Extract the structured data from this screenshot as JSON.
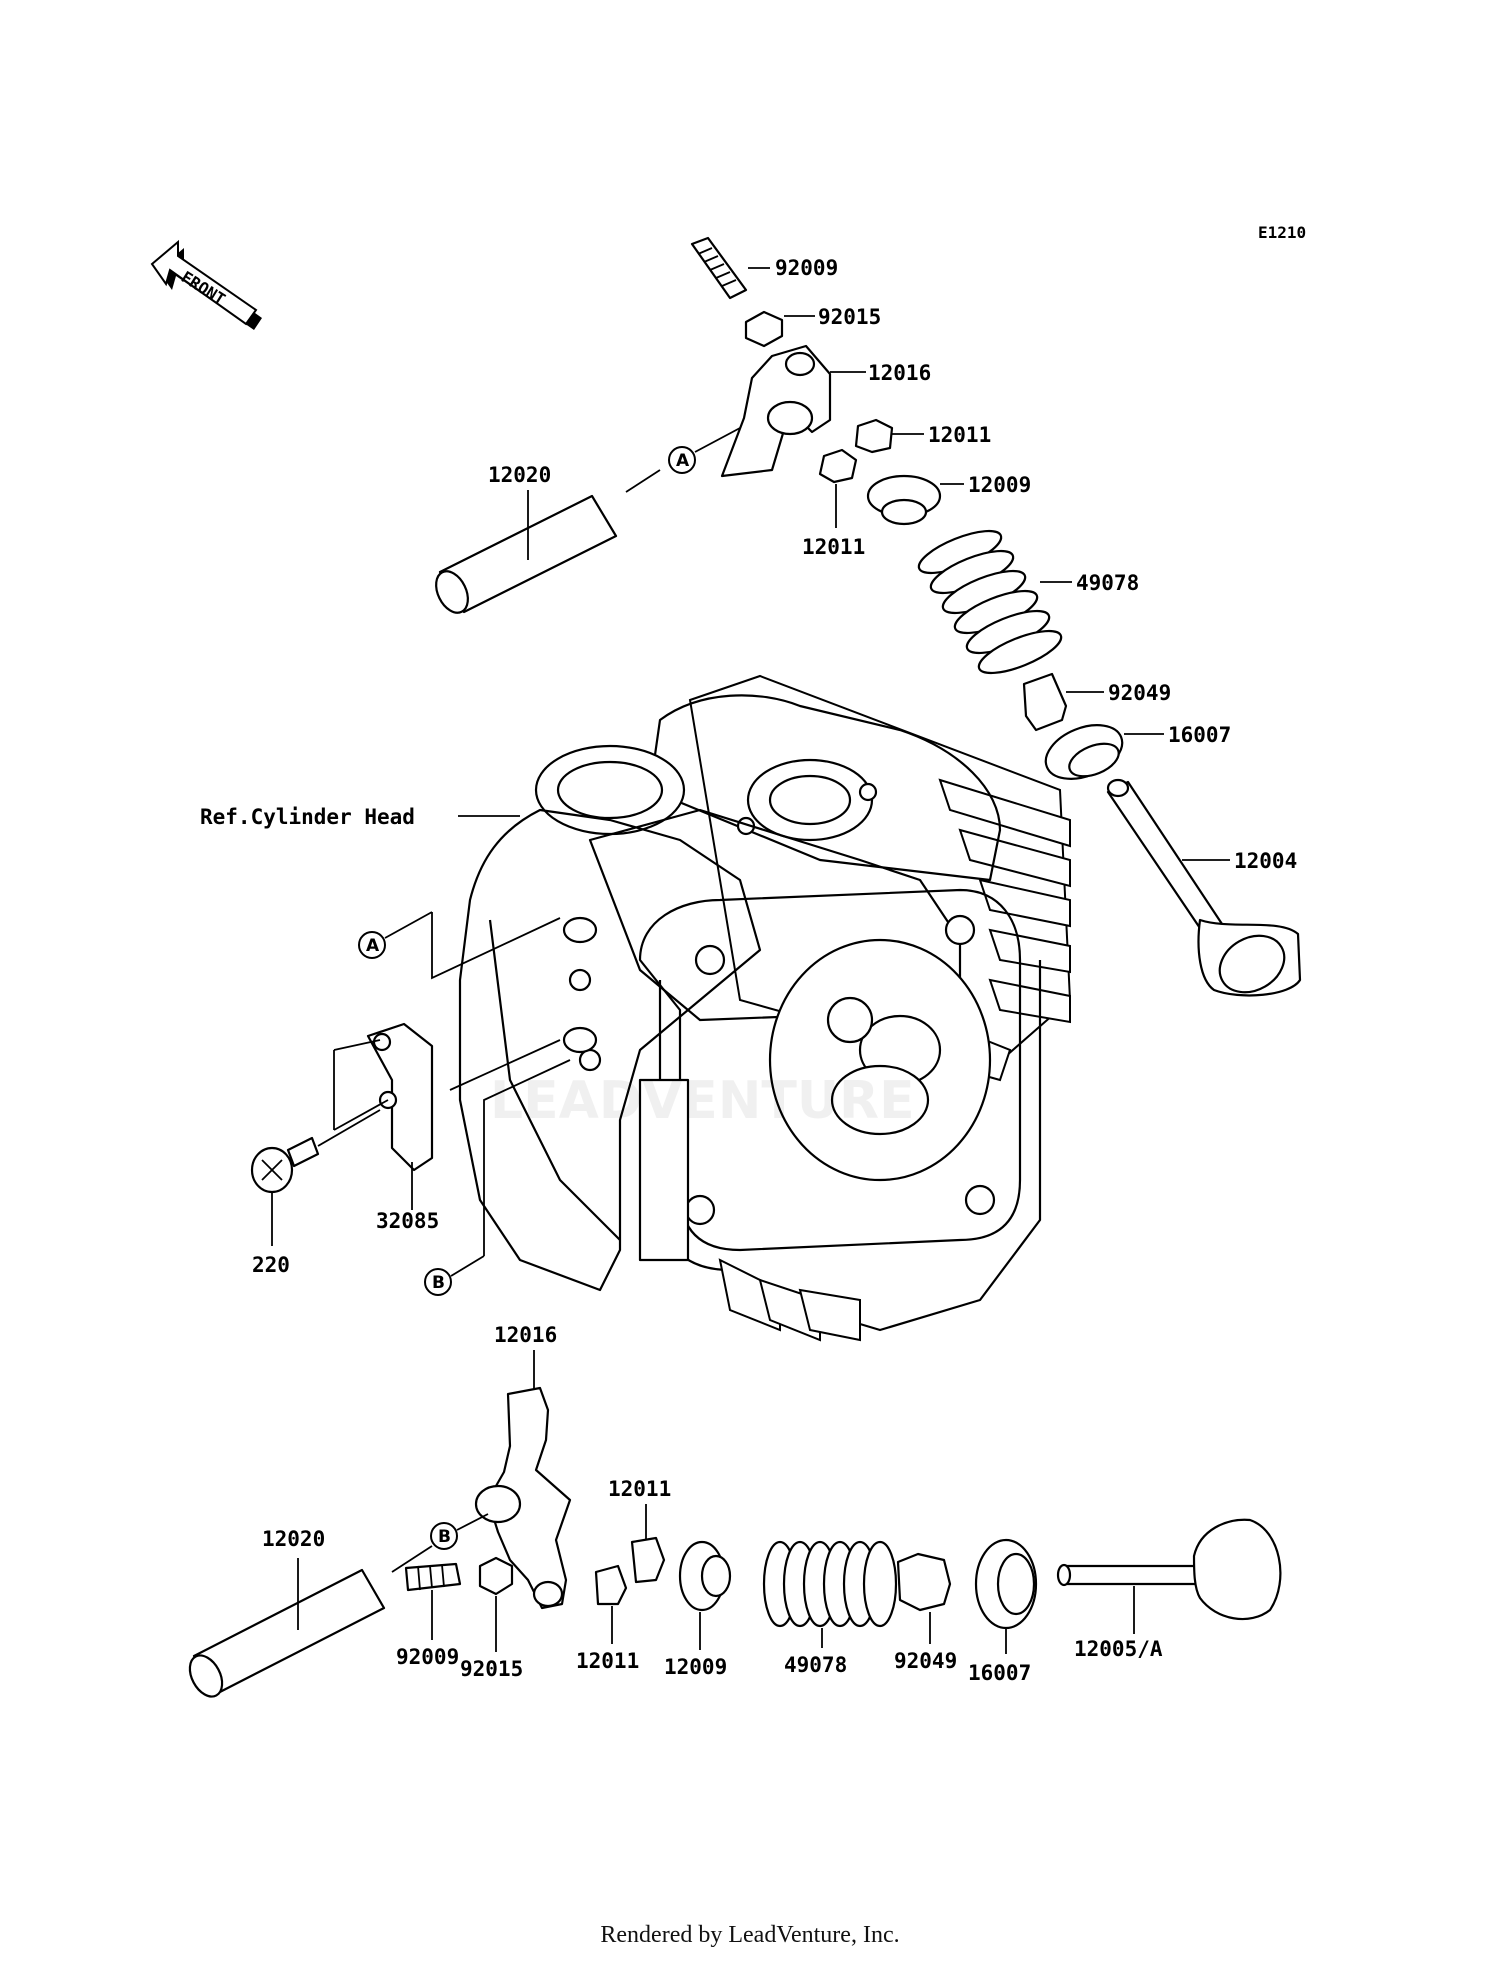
{
  "diagram_code": "E1210",
  "front_label": "FRONT",
  "reference_label": "Ref.Cylinder Head",
  "callouts": {
    "a_top": "A",
    "a_mid": "A",
    "b_mid": "B",
    "b_bottom": "B"
  },
  "parts_top": {
    "adjusting_screw": "92009",
    "lock_nut": "92015",
    "rocker_arm": "12016",
    "cotter_upper": "12011",
    "cotter_lower": "12011",
    "retainer": "12009",
    "rocker_shaft": "12020",
    "valve_spring": "49078",
    "valve_seal": "92049",
    "spring_seat": "16007",
    "valve": "12004"
  },
  "parts_mid": {
    "plate": "32085",
    "screw": "220"
  },
  "parts_bottom": {
    "rocker_arm": "12016",
    "cotter_upper": "12011",
    "rocker_shaft": "12020",
    "adjusting_screw": "92009",
    "lock_nut": "92015",
    "cotter_lower": "12011",
    "retainer": "12009",
    "valve_spring": "49078",
    "valve_seal": "92049",
    "spring_seat": "16007",
    "valve": "12005/A"
  },
  "footer": "Rendered by LeadVenture, Inc."
}
